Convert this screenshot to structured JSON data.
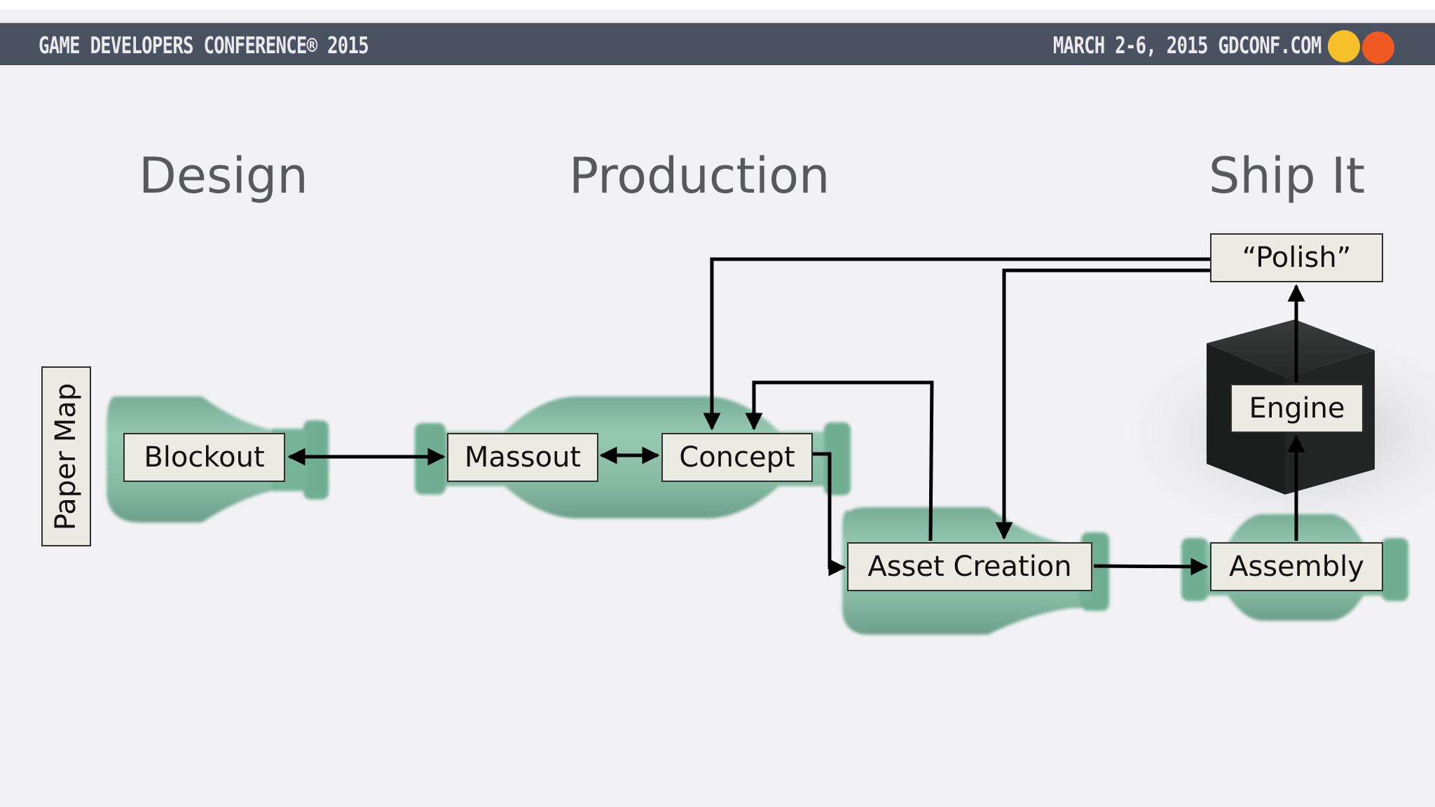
{
  "header": {
    "left_text": "GAME DEVELOPERS CONFERENCE® 2015",
    "right_text": "MARCH 2-6, 2015  GDCONF.COM",
    "background_color": "#4a5160",
    "logo_colors": [
      "#f5c02a",
      "#f05a22"
    ]
  },
  "phases": {
    "design": "Design",
    "production": "Production",
    "ship": "Ship It"
  },
  "nodes": {
    "paper_map": "Paper Map",
    "blockout": "Blockout",
    "massout": "Massout",
    "concept": "Concept",
    "asset_creation": "Asset Creation",
    "assembly": "Assembly",
    "engine": "Engine",
    "polish": "“Polish”"
  },
  "colors": {
    "bottle": "#7fb8a0",
    "box_fill": "#ecebe3",
    "cube": "#1c1d1d"
  }
}
